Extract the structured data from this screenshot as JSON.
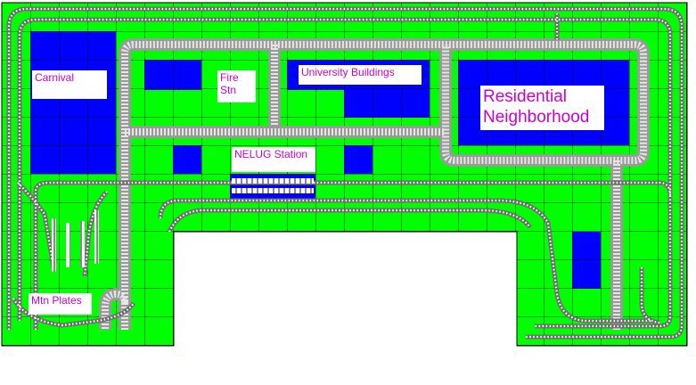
{
  "colors": {
    "table": "#00ff00",
    "building": "#0000ff",
    "grid": "#000000",
    "road": "#c0c0c0",
    "track": "#808080",
    "label_text": "#cc00cc",
    "background": "#ffffff"
  },
  "labels": {
    "carnival": "Carnival",
    "fire_station": "Fire\nStn",
    "university": "University Buildings",
    "residential": "Residential\nNeighborhood",
    "nelug_station": "NELUG Station",
    "mtn_plates": "Mtn Plates"
  },
  "zones": [
    "carnival",
    "fire_station",
    "university",
    "residential",
    "nelug_station",
    "mountain",
    "yard"
  ]
}
